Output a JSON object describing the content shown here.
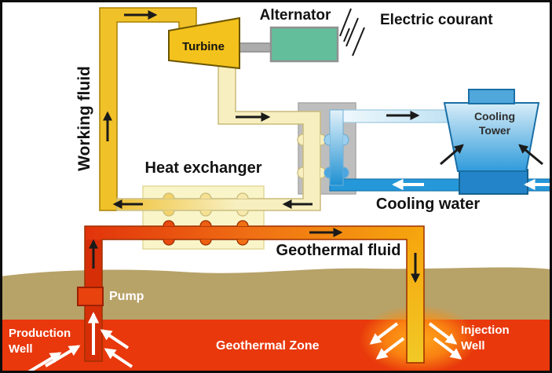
{
  "diagram": {
    "type": "geothermal-binary-power-plant-schematic",
    "labels": {
      "working_fluid": "Working fluid",
      "turbine": "Turbine",
      "alternator": "Alternator",
      "electric_current": "Electric courant",
      "heat_exchanger": "Heat exchanger",
      "cooling_tower": "Cooling\nTower",
      "cooling_water": "Cooling water",
      "geothermal_fluid": "Geothermal fluid",
      "pump": "Pump",
      "production_well": "Production\nWell",
      "geothermal_zone": "Geothermal Zone",
      "injection_well": "Injection\nWell"
    },
    "colors": {
      "pipe_gold": "#F1C12A",
      "pipe_cream": "#F7EFC0",
      "pipe_red": "#D62F08",
      "geothermal_gradient": [
        "#E2330B",
        "#F07014",
        "#F6A70E",
        "#F1C926"
      ],
      "cooling_blue": "#2598DA",
      "cooling_tower_gradient": [
        "#D8EDF8",
        "#2F9BDB"
      ],
      "alternator_green": "#63BE9B",
      "shaft_gray": "#ACACAC",
      "condenser_gray": "#BEBEBE",
      "heat_exchanger_fill": "#F9F5C9",
      "ground_brown": "#B7A268",
      "geothermal_zone_red": "#E8380C",
      "injection_glow_orange": "#FFAA1C",
      "flow_arrow_black": "#1A1A1A",
      "flow_arrow_white": "#FFFFFF",
      "frame_black": "#0D0D0D"
    }
  }
}
